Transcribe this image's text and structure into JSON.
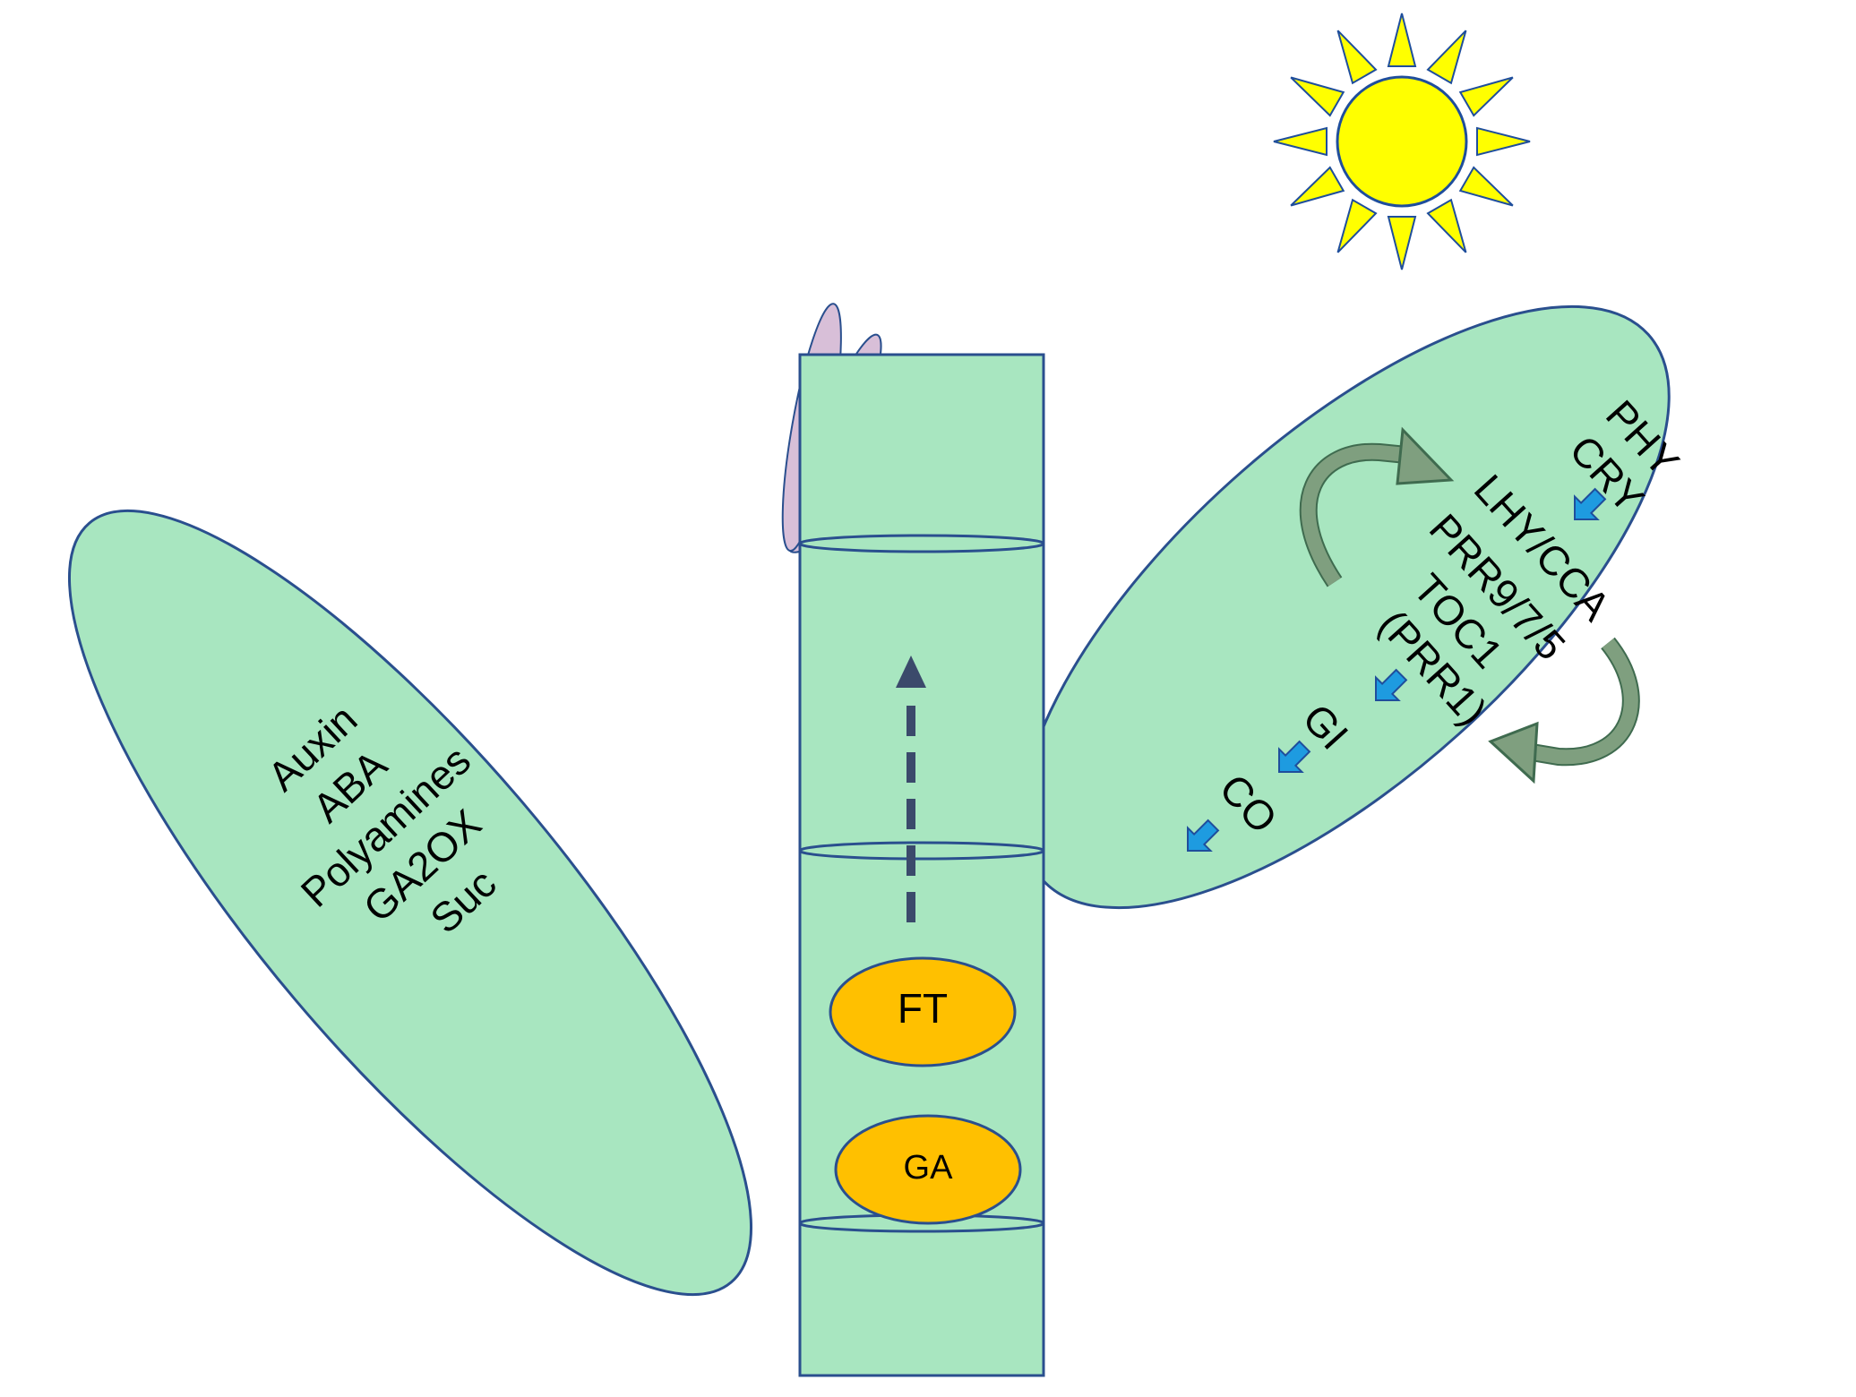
{
  "colors": {
    "leaf_fill": "#a8e6c0",
    "leaf_stroke": "#2a4f8e",
    "stem_fill": "#a8e6c0",
    "hormone_fill": "#ffc000",
    "sun_fill": "#ffff00",
    "sun_stroke": "#1f4e9c",
    "flower_fill": "#d8bfd8",
    "blue_arrow": "#1e9be0",
    "curved_arrow": "#7f9f7f",
    "dashed_arrow": "#3b4a6b"
  },
  "icons": {
    "sun": "sun-icon",
    "flower": "flower-bud-icon",
    "blue_arrow": "arrow-down-left-icon",
    "curved_arrow": "curved-arrow-icon",
    "dashed_arrow": "dashed-arrow-up-icon"
  },
  "left_leaf": {
    "lines": [
      "Auxin",
      "ABA",
      "Polyamines",
      "GA2OX",
      "Suc"
    ]
  },
  "right_leaf": {
    "photoreceptors": [
      "PHY",
      "CRY"
    ],
    "clock": [
      "LHY/CCA",
      "PRR9/7/5",
      "TOC1",
      "(PRR1)"
    ],
    "gi": "GI",
    "co": "CO"
  },
  "stem": {
    "ft": "FT",
    "ga": "GA"
  }
}
